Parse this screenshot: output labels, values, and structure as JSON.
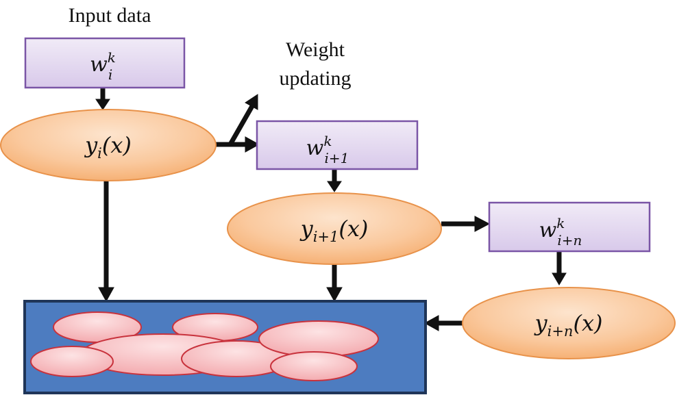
{
  "labels": {
    "input_data": "Input data",
    "weight_updating_line1": "Weight",
    "weight_updating_line2": "updating"
  },
  "weights": [
    {
      "base": "w",
      "sup": "k",
      "sub": "i"
    },
    {
      "base": "w",
      "sup": "k",
      "sub": "i+1"
    },
    {
      "base": "w",
      "sup": "k",
      "sub": "i+n"
    }
  ],
  "outputs": [
    {
      "base": "y",
      "sub": "i",
      "arg": "(x)"
    },
    {
      "base": "y",
      "sub": "i+1",
      "arg": "(x)"
    },
    {
      "base": "y",
      "sub": "i+n",
      "arg": "(x)"
    }
  ],
  "colors": {
    "weight_box_fill": "#e3d9ef",
    "weight_box_stroke": "#7a55a6",
    "output_ellipse_fill": "#f9c79b",
    "output_ellipse_stroke": "#e8924a",
    "ensemble_box_fill": "#4d7cc0",
    "ensemble_box_stroke": "#1f3558",
    "cluster_fill": "#f6b9bd",
    "cluster_stroke": "#c8323c",
    "arrow": "#111111"
  }
}
